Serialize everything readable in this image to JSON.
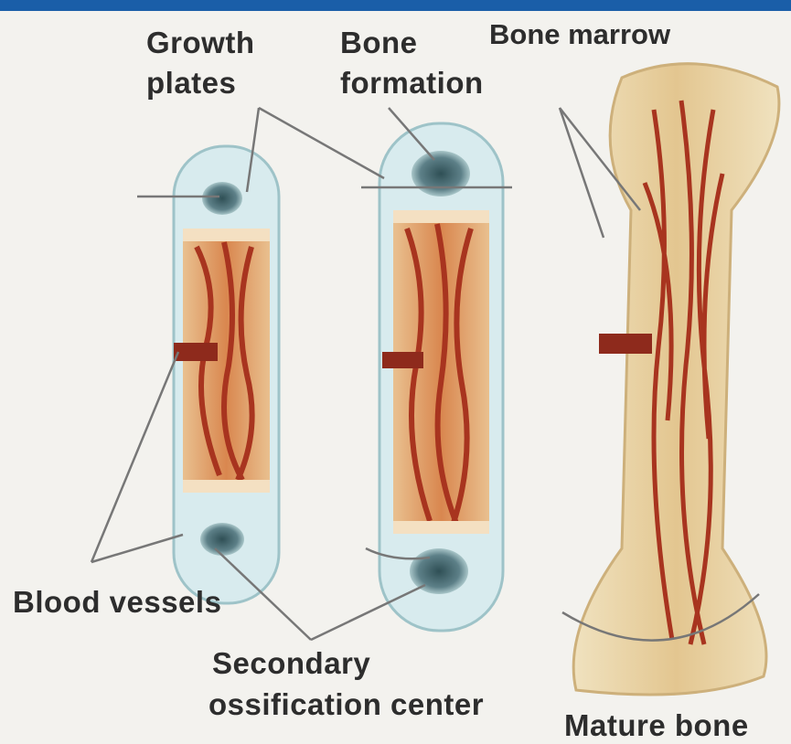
{
  "labels": {
    "growth_plates_line1": "Growth",
    "growth_plates_line2": "plates",
    "bone_formation_line1": "Bone",
    "bone_formation_line2": "formation",
    "bone_marrow": "Bone marrow",
    "blood_vessels": "Blood vessels",
    "secondary_line1": "Secondary",
    "secondary_line2": "ossification center",
    "mature_bone": "Mature bone"
  },
  "colors": {
    "header_bar": "#1a5ea8",
    "cartilage": "#cfe4e6",
    "bone_tissue": "#e8b07a",
    "vessel": "#9b2b1f",
    "mature_bone": "#ecd9a8"
  }
}
